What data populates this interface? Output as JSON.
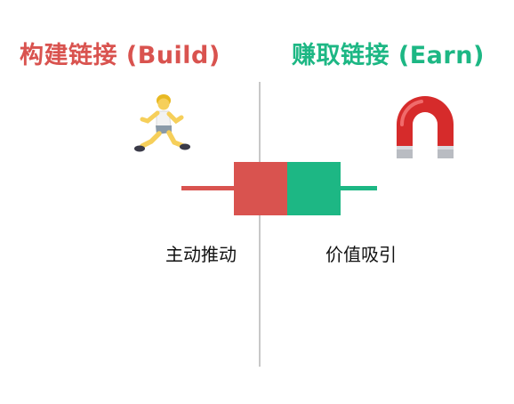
{
  "titles": {
    "left": "构建链接 (Build)",
    "right": "赚取链接 (Earn)"
  },
  "captions": {
    "left": "主动推动",
    "right": "价值吸引"
  },
  "icons": {
    "left": "runner-icon",
    "right": "magnet-icon"
  },
  "colors": {
    "build": "#d9534f",
    "earn": "#1db784",
    "divider": "#c8c8c8"
  }
}
